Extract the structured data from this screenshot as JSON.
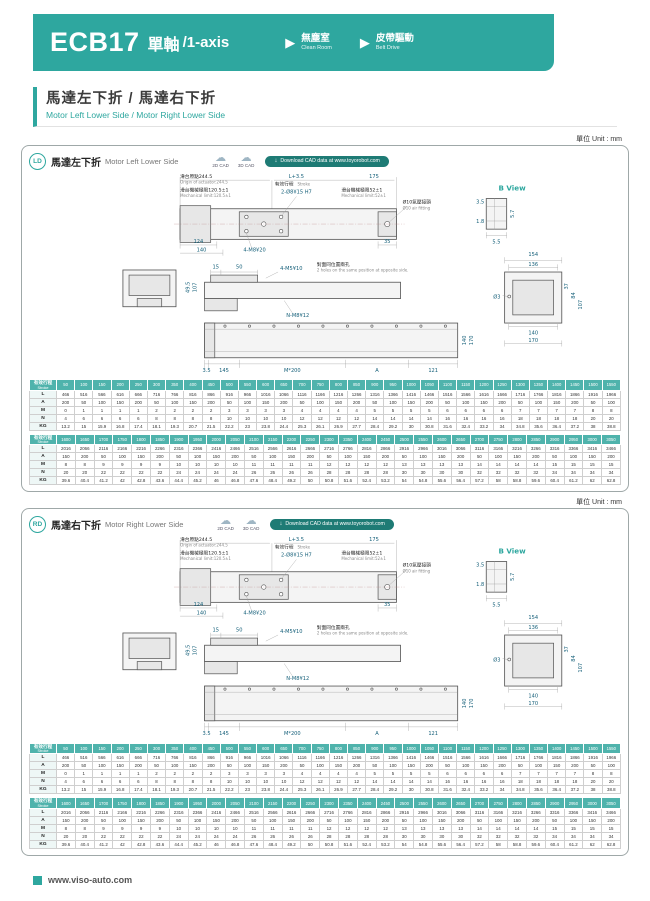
{
  "header": {
    "title_model": "ECB17",
    "title_zh": "單軸",
    "title_en": "/1-axis",
    "badges": [
      {
        "zh": "無塵室",
        "en": "Clean Room"
      },
      {
        "zh": "皮帶驅動",
        "en": "Belt Drive"
      }
    ]
  },
  "section": {
    "title_zh": "馬達左下折 / 馬達右下折",
    "title_en": "Motor Left Lower Side / Motor Right Lower Side"
  },
  "unit_label": "單位 Unit : mm",
  "cad": {
    "c2": "2D CAD",
    "c3": "3D CAD",
    "dl": "Download CAD data at www.toyorobot.com"
  },
  "panels": [
    {
      "tag": "LD",
      "title_zh": "馬達左下折",
      "title_en": "Motor Left Lower Side"
    },
    {
      "tag": "RD",
      "title_zh": "馬達右下折",
      "title_en": "Motor Right Lower Side"
    }
  ],
  "drawing": {
    "origin_zh": "滑台原點244.5",
    "origin_en": "Origin of actuator:244.5",
    "l35": "L+3.5",
    "stroke_zh": "有效行程",
    "stroke_en": "Stroke",
    "d175": "175",
    "mechl_zh": "滑台機械極限120.5±1",
    "mechl_en": "Mechanical limit:120.5±1",
    "holes": "2-Ø8¥15 H7",
    "mechr_zh": "滑台機械極限52±1",
    "mechr_en": "Mechanical limit:52±1",
    "air_zh": "Ø10氣壓接頭",
    "air_en": "Ø10 air fitting",
    "d124": "124",
    "d140p": "140",
    "m8": "4-M8¥20",
    "d35": "35",
    "d495": "49.5",
    "d107": "107",
    "d15": "15",
    "d50": "50",
    "m5": "4-M5¥10",
    "opp_zh": "對面同位置兩孔",
    "opp_en": "2 holes on the same position at opposite side.",
    "nm8": "N-M8¥12",
    "d140e": "140",
    "d170e": "170",
    "b35": "3.5",
    "d145": "145",
    "m200": "M*200",
    "dA": "A",
    "d121": "121",
    "bview": "B View",
    "bv35": "3.5",
    "bv57": "5.7",
    "bv18": "1.8",
    "bv55": "5.5",
    "d154": "154",
    "d136": "136",
    "d3": "Ø3",
    "d37": "37",
    "d84": "84",
    "d107r": "107",
    "d140b": "140",
    "d170b": "170"
  },
  "tables": {
    "stroke_zh": "有效行程",
    "stroke_en": "Stroke",
    "t1": {
      "strokes": [
        50,
        100,
        150,
        200,
        250,
        300,
        350,
        400,
        450,
        500,
        550,
        600,
        650,
        700,
        750,
        800,
        850,
        900,
        950,
        1000,
        1050,
        1100,
        1150,
        1200,
        1250,
        1300,
        1350,
        1400,
        1450,
        1500,
        1550
      ],
      "rows": [
        {
          "label": "L",
          "values": [
            466,
            516,
            566,
            616,
            666,
            716,
            766,
            816,
            866,
            916,
            966,
            1016,
            1066,
            1116,
            1166,
            1216,
            1266,
            1316,
            1366,
            1416,
            1466,
            1516,
            1566,
            1616,
            1666,
            1716,
            1766,
            1816,
            1866,
            1916,
            1966
          ]
        },
        {
          "label": "A",
          "values": [
            200,
            50,
            100,
            150,
            200,
            50,
            100,
            150,
            200,
            50,
            100,
            150,
            200,
            50,
            100,
            150,
            200,
            50,
            100,
            150,
            200,
            50,
            100,
            150,
            200,
            50,
            100,
            150,
            200,
            50,
            100
          ]
        },
        {
          "label": "M",
          "values": [
            0,
            1,
            1,
            1,
            1,
            2,
            2,
            2,
            2,
            3,
            3,
            3,
            3,
            4,
            4,
            4,
            4,
            5,
            5,
            5,
            5,
            6,
            6,
            6,
            6,
            7,
            7,
            7,
            7,
            8,
            8
          ]
        },
        {
          "label": "N",
          "values": [
            4,
            6,
            6,
            6,
            6,
            8,
            8,
            8,
            8,
            10,
            10,
            10,
            10,
            12,
            12,
            12,
            12,
            14,
            14,
            14,
            14,
            16,
            16,
            16,
            16,
            18,
            18,
            18,
            18,
            20,
            20
          ]
        },
        {
          "label": "KG",
          "values": [
            13.2,
            15,
            15.9,
            16.8,
            17.4,
            18.1,
            19.3,
            20.7,
            21.5,
            22.2,
            23,
            23.8,
            24.4,
            25.3,
            26.1,
            26.9,
            27.7,
            28.4,
            29.2,
            30,
            30.8,
            31.6,
            32.4,
            33.2,
            34,
            34.8,
            35.6,
            36.4,
            37.2,
            38,
            38.8
          ]
        }
      ]
    },
    "t2": {
      "strokes": [
        1600,
        1650,
        1700,
        1750,
        1800,
        1850,
        1900,
        1950,
        2000,
        2050,
        2100,
        2150,
        2200,
        2250,
        2300,
        2350,
        2400,
        2450,
        2500,
        2550,
        2600,
        2650,
        2700,
        2750,
        2800,
        2850,
        2900,
        2950,
        3000,
        3050
      ],
      "rows": [
        {
          "label": "L",
          "values": [
            2016,
            2066,
            2116,
            2166,
            2216,
            2266,
            2316,
            2366,
            2416,
            2466,
            2516,
            2566,
            2616,
            2666,
            2716,
            2766,
            2816,
            2866,
            2916,
            2966,
            3016,
            3066,
            3116,
            3166,
            3216,
            3266,
            3316,
            3366,
            3416,
            3466
          ]
        },
        {
          "label": "A",
          "values": [
            150,
            200,
            50,
            100,
            150,
            200,
            50,
            100,
            150,
            200,
            50,
            100,
            150,
            200,
            50,
            100,
            150,
            200,
            50,
            100,
            150,
            200,
            50,
            100,
            150,
            200,
            50,
            100,
            150,
            200
          ]
        },
        {
          "label": "M",
          "values": [
            8,
            8,
            9,
            9,
            9,
            9,
            10,
            10,
            10,
            10,
            11,
            11,
            11,
            11,
            12,
            12,
            12,
            12,
            13,
            13,
            13,
            13,
            14,
            14,
            14,
            14,
            15,
            15,
            15,
            15
          ]
        },
        {
          "label": "N",
          "values": [
            20,
            20,
            22,
            22,
            22,
            22,
            24,
            24,
            24,
            24,
            26,
            26,
            26,
            26,
            28,
            28,
            28,
            28,
            30,
            30,
            30,
            30,
            32,
            32,
            32,
            32,
            34,
            34,
            34,
            34
          ]
        },
        {
          "label": "KG",
          "values": [
            39.6,
            40.4,
            41.2,
            42,
            42.8,
            43.6,
            44.4,
            45.2,
            46,
            46.8,
            47.6,
            48.4,
            49.2,
            50,
            50.8,
            51.6,
            52.4,
            53.2,
            54,
            54.8,
            55.6,
            56.4,
            57.2,
            58,
            58.8,
            59.6,
            60.4,
            61.2,
            62,
            62.8
          ]
        }
      ]
    }
  },
  "footer": {
    "url": "www.viso-auto.com"
  },
  "colors": {
    "teal": "#2EA79F",
    "teal_dark": "#1E7B75",
    "table_head": "#4FB3AC"
  }
}
